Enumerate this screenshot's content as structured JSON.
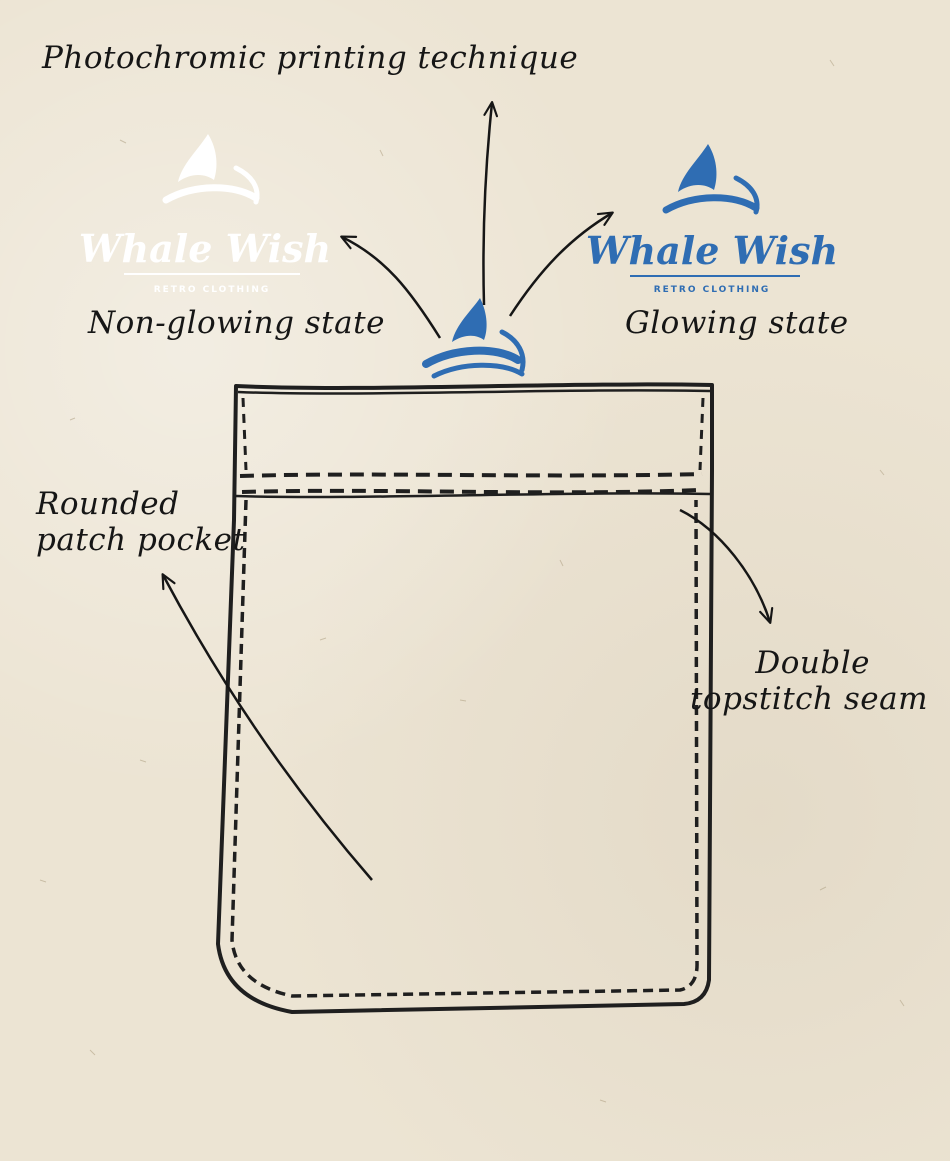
{
  "annotations": {
    "top": "Photochromic printing technique",
    "left_state": "Non-glowing state",
    "right_state": "Glowing state",
    "pocket_line1": "Rounded",
    "pocket_line2": "patch pocket",
    "seam_line1": "Double",
    "seam_line2": "topstitch seam"
  },
  "logos": {
    "brand_name": "Whale Wish",
    "brand_tagline": "RETRO CLOTHING",
    "non_glowing_color": "#ffffff",
    "glowing_color": "#2f6db3",
    "center_icon_color": "#2f6db3"
  },
  "colors": {
    "paper": "#ece4d3",
    "ink": "#161616"
  }
}
